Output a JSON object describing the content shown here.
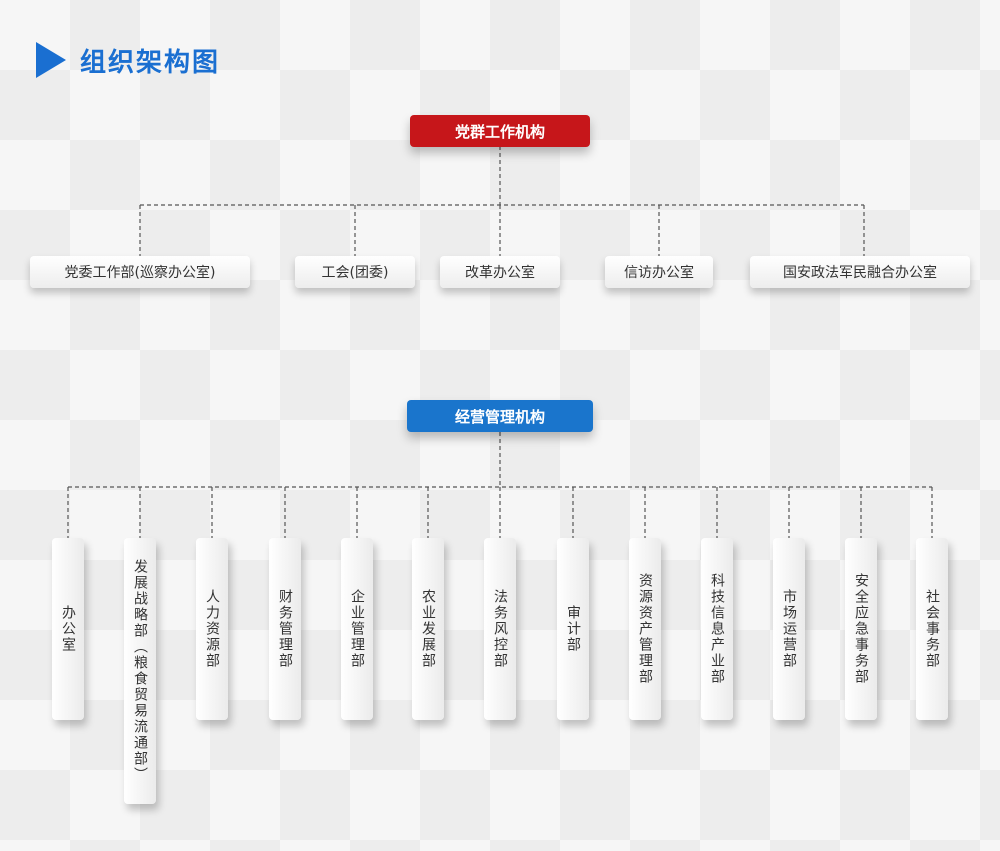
{
  "title": "组织架构图",
  "party_group": {
    "head": "党群工作机构",
    "units": [
      "党委工作部(巡察办公室)",
      "工会(团委)",
      "改革办公室",
      "信访办公室",
      "国安政法军民融合办公室"
    ]
  },
  "business_group": {
    "head": "经营管理机构",
    "units": [
      "办公室",
      "发展战略部（粮食贸易流通部）",
      "人力资源部",
      "财务管理部",
      "企业管理部",
      "农业发展部",
      "法务风控部",
      "审计部",
      "资源资产管理部",
      "科技信息产业部",
      "市场运营部",
      "安全应急事务部",
      "社会事务部"
    ]
  },
  "colors": {
    "accent": "#1a6fd1",
    "party": "#c6161a",
    "business": "#1a75cc"
  }
}
